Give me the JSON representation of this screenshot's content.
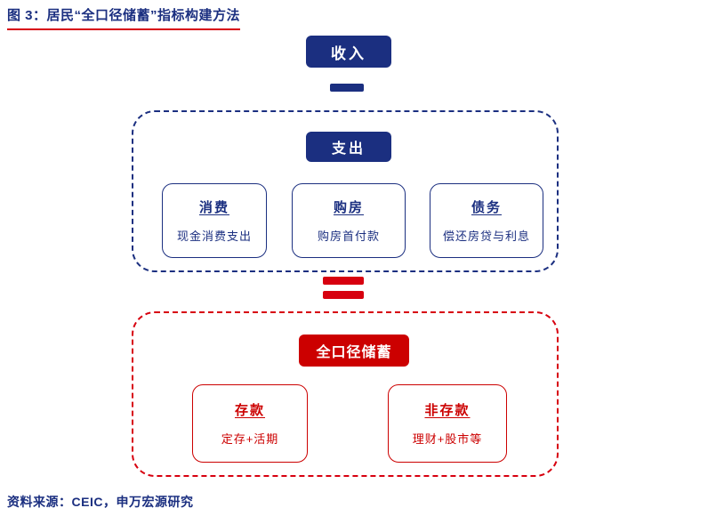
{
  "title": "图 3：居民“全口径储蓄”指标构建方法",
  "footer": "资料来源：CEIC，申万宏源研究",
  "colors": {
    "navy": "#1b2f80",
    "red": "#d7000f",
    "box_red": "#cc0000",
    "background": "#ffffff"
  },
  "diagram": {
    "income_label": "收入",
    "minus_operator": "−",
    "equals_operator": "＝",
    "expenditure": {
      "label": "支出",
      "items": [
        {
          "title": "消费",
          "desc": "现金消费支出"
        },
        {
          "title": "购房",
          "desc": "购房首付款"
        },
        {
          "title": "债务",
          "desc": "偿还房贷与利息"
        }
      ]
    },
    "savings": {
      "label": "全口径储蓄",
      "items": [
        {
          "title": "存款",
          "desc": "定存+活期"
        },
        {
          "title": "非存款",
          "desc": "理财+股市等"
        }
      ]
    }
  }
}
